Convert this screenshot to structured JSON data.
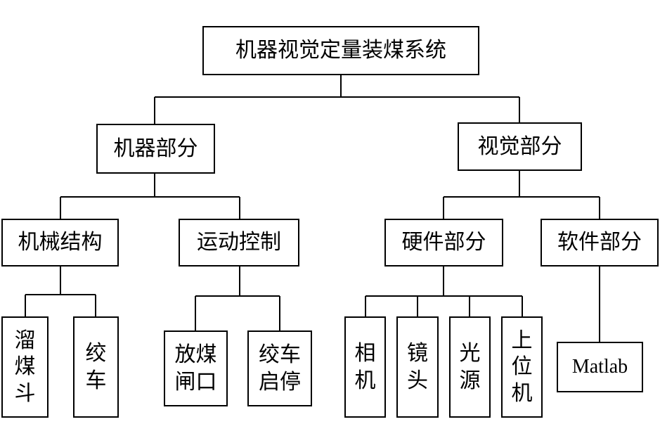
{
  "diagram": {
    "root": {
      "label": "机器视觉定量装煤系统"
    },
    "level1": {
      "machine": {
        "label": "机器部分"
      },
      "vision": {
        "label": "视觉部分"
      }
    },
    "level2": {
      "mechanical": {
        "label": "机械结构"
      },
      "motion": {
        "label": "运动控制"
      },
      "hardware": {
        "label": "硬件部分"
      },
      "software": {
        "label": "软件部分"
      }
    },
    "leaves": {
      "chute": {
        "label": "溜\n煤\n斗"
      },
      "winch": {
        "label": "绞\n车"
      },
      "gate": {
        "label": "放煤\n闸口"
      },
      "winch_control": {
        "label": "绞车\n启停"
      },
      "camera": {
        "label": "相\n机"
      },
      "lens": {
        "label": "镜\n头"
      },
      "light": {
        "label": "光\n源"
      },
      "host": {
        "label": "上\n位\n机"
      },
      "matlab": {
        "label": "Matlab"
      }
    }
  }
}
